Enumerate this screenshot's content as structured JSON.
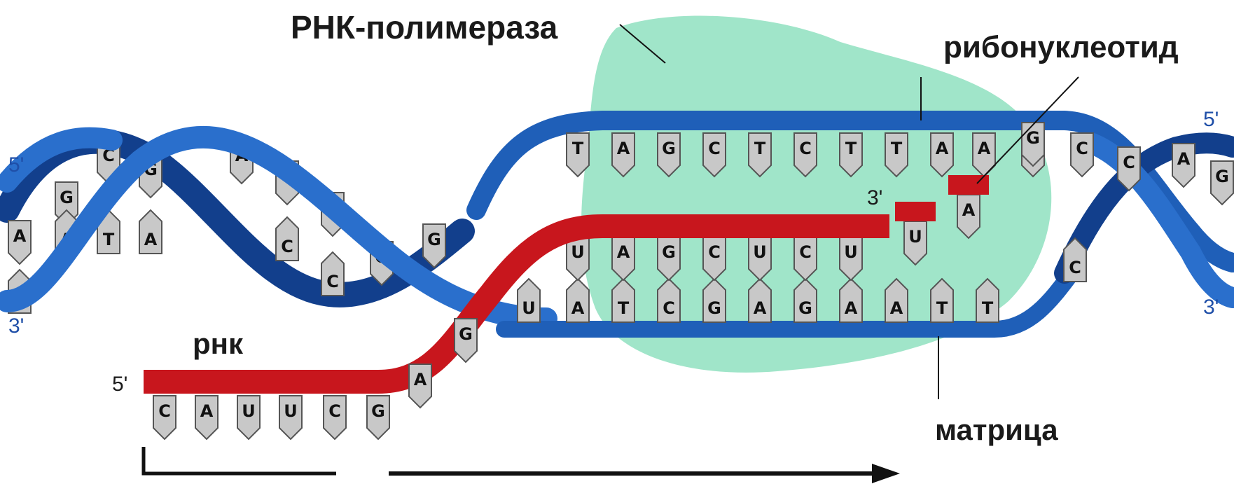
{
  "labels": {
    "polymerase": "РНК-полимераза",
    "ribonucleotide": "рибонуклеотид",
    "rna": "рнк",
    "template": "матрица"
  },
  "ends": {
    "left_top": "5'",
    "left_bottom": "3'",
    "right_top": "5'",
    "right_bottom": "3'",
    "rna_start": "5'",
    "rna_end": "3'"
  },
  "bases": {
    "top_strand": [
      "T",
      "A",
      "G",
      "C",
      "T",
      "C",
      "T",
      "T",
      "A",
      "A",
      "G",
      "C"
    ],
    "bottom_strand": [
      "U",
      "A",
      "T",
      "C",
      "G",
      "A",
      "G",
      "A",
      "A",
      "T",
      "T"
    ],
    "rna_pairs": [
      "U",
      "A",
      "G",
      "C",
      "U",
      "C",
      "U"
    ],
    "rna_newest": "U",
    "incoming": "A",
    "rna_tail": [
      "C",
      "A",
      "U",
      "U",
      "C",
      "G"
    ],
    "rna_slope": [
      "A",
      "G"
    ],
    "left_helix": [
      "A",
      "T",
      "G",
      "A",
      "C",
      "T",
      "G",
      "A",
      "A",
      "T",
      "C",
      "G",
      "C",
      "G",
      "G"
    ],
    "right_helix": [
      "G",
      "C",
      "C",
      "A",
      "G"
    ]
  },
  "colors": {
    "dna_strand": "#1f5fb8",
    "dna_strand_dark": "#123f8c",
    "rna_strand": "#c8161d",
    "polymerase": "#8fe0c0",
    "base_fill": "#c8c8c8"
  }
}
